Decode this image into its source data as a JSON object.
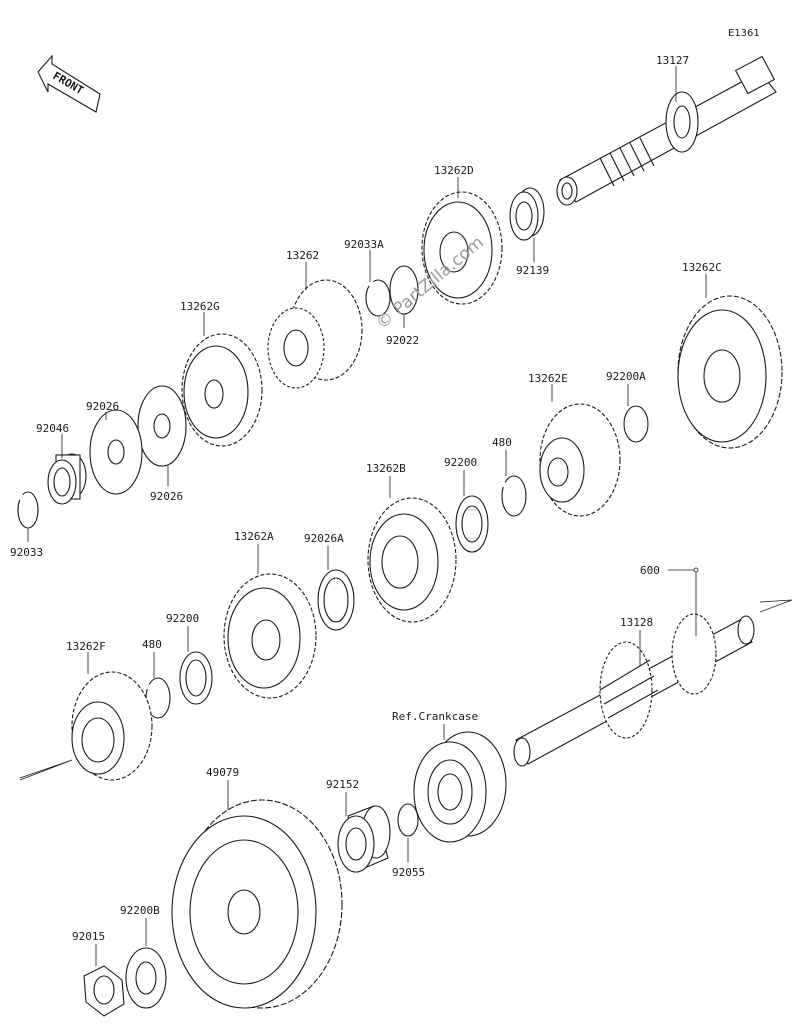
{
  "diagram_code": "E1361",
  "front_label": "FRONT",
  "watermark": "© PartZilla.com",
  "labels": {
    "p13127": "13127",
    "p13262D": "13262D",
    "p92139": "92139",
    "p92033A": "92033A",
    "p13262": "13262",
    "p92022": "92022",
    "p13262G": "13262G",
    "p13262C": "13262C",
    "p92026_top": "92026",
    "p92046": "92046",
    "p92026_bottom": "92026",
    "p92033": "92033",
    "p13262E": "13262E",
    "p92200A": "92200A",
    "p480_top": "480",
    "p13262B": "13262B",
    "p92200_mid": "92200",
    "p13262A": "13262A",
    "p92026A": "92026A",
    "p600": "600",
    "p13128": "13128",
    "p92200_low": "92200",
    "p480_low": "480",
    "p13262F": "13262F",
    "ref_crankcase": "Ref.Crankcase",
    "p49079": "49079",
    "p92152": "92152",
    "p92055": "92055",
    "p92200B": "92200B",
    "p92015": "92015"
  }
}
